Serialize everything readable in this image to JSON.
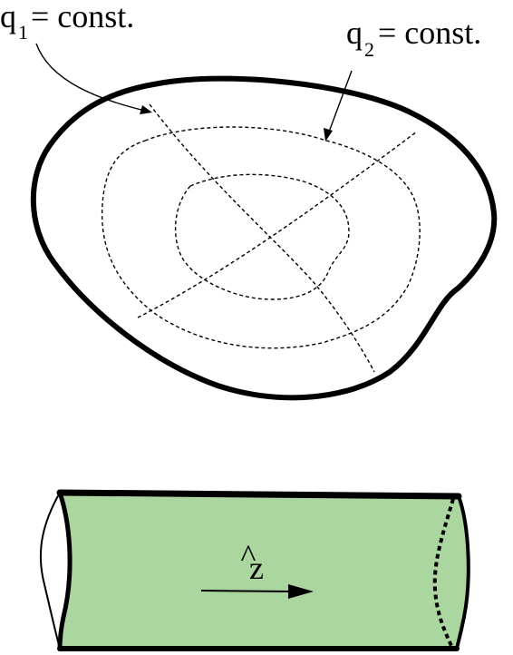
{
  "labels": {
    "q1": {
      "symbol": "q",
      "subscript": "1",
      "rest": "= const."
    },
    "q2": {
      "symbol": "q",
      "subscript": "2",
      "rest": "= const."
    },
    "axis": {
      "symbol": "z",
      "hat": "^"
    }
  },
  "colors": {
    "ink": "#000000",
    "tube_fill": "#acd6a0",
    "background": "#ffffff"
  }
}
